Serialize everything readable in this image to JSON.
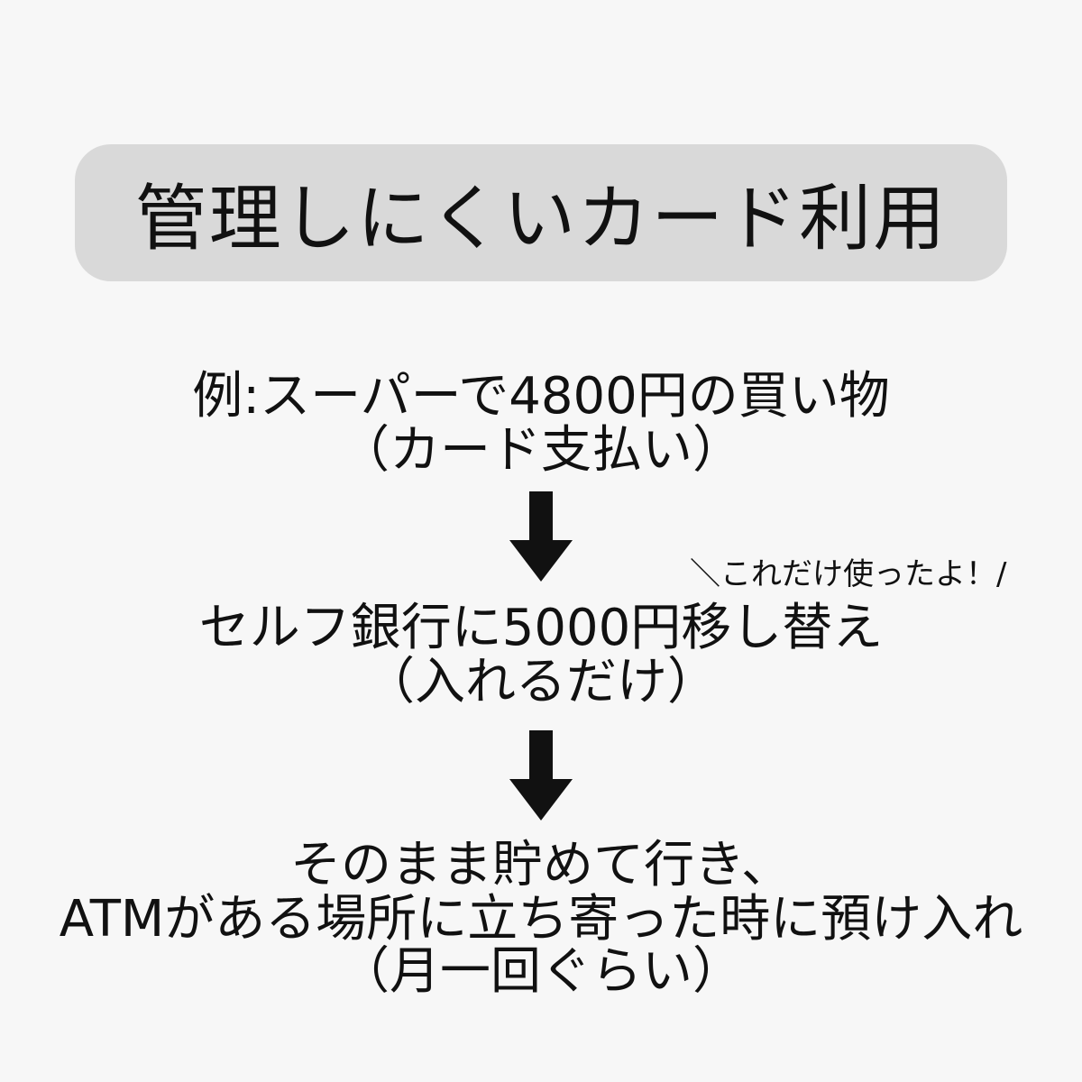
{
  "title": "管理しにくいカード利用",
  "steps": [
    {
      "lines": [
        "例:スーパーで4800円の買い物",
        "（カード支払い）"
      ]
    },
    {
      "lines": [
        "セルフ銀行に5000円移し替え",
        "（入れるだけ）"
      ],
      "note": "＼これだけ使ったよ！/"
    },
    {
      "lines": [
        "そのまま貯めて行き、",
        "ATMがある場所に立ち寄った時に預け入れ",
        "（月一回ぐらい）"
      ]
    }
  ],
  "colors": {
    "background": "#f7f7f7",
    "title_box": "#d9d9d9",
    "text": "#111111"
  }
}
